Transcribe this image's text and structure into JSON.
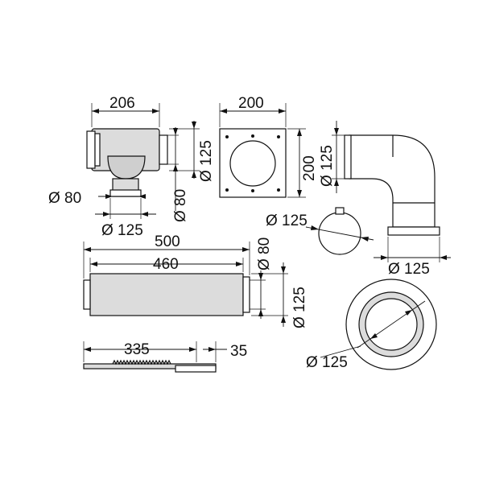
{
  "labels": {
    "tee_width": "206",
    "tee_side_dia": "Ø 125",
    "tee_bottom_dia": "Ø 80",
    "tee_lower_dia": "Ø 80",
    "tee_base_dia": "Ø 125",
    "plate_width": "200",
    "plate_height": "200",
    "elbow_dia_vertical": "Ø 125",
    "elbow_dia_horizontal": "Ø 125",
    "clamp_dia": "Ø 125",
    "pipe_outer_length": "500",
    "pipe_inner_length": "460",
    "pipe_inner_dia": "Ø 80",
    "pipe_outer_dia": "Ø 125",
    "bracket_length": "335",
    "bracket_end": "35",
    "ring_dia": "Ø 125"
  }
}
